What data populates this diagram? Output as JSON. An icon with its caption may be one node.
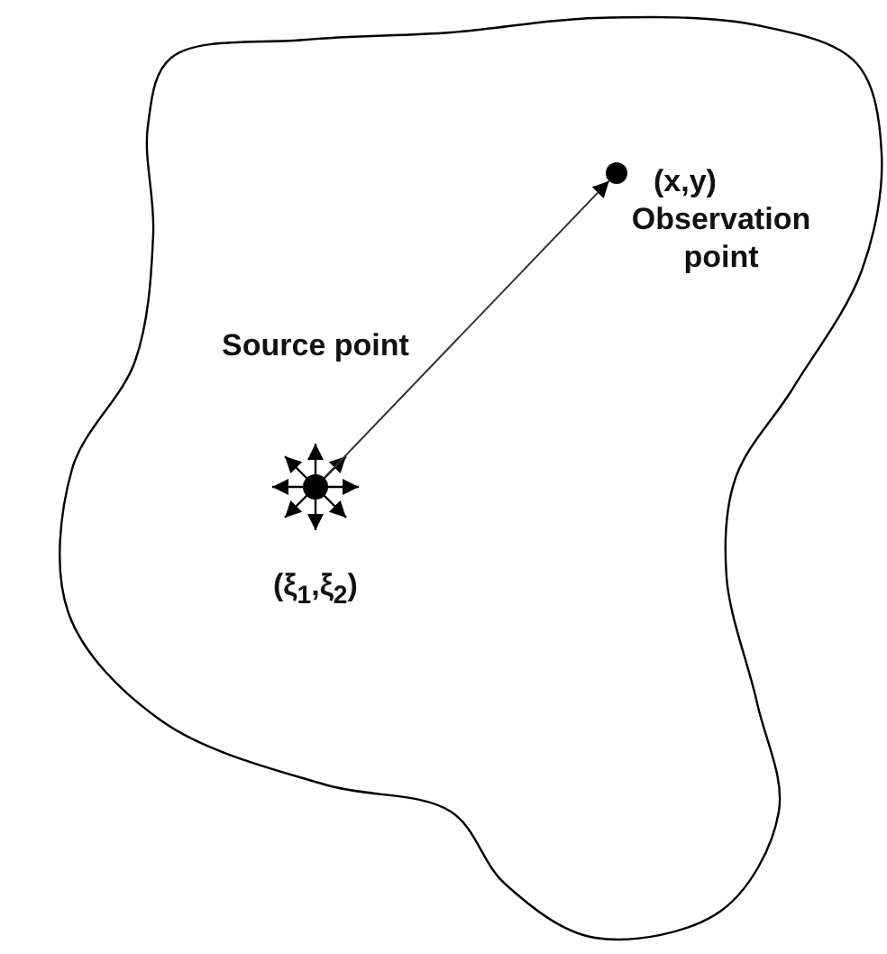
{
  "diagram": {
    "nodes": [
      {
        "text": [],
        "shape": "circle",
        "beside": [
          "Source point",
          "(ξ$_{1}$,ξ$_{2}$)"
        ]
      },
      {
        "text": [],
        "shape": "circle",
        "beside": [
          "(x,y)",
          "Observation point"
        ]
      }
    ],
    "edges": [
      {
        "from": 0,
        "to": 1,
        "arrow": "to"
      }
    ]
  }
}
